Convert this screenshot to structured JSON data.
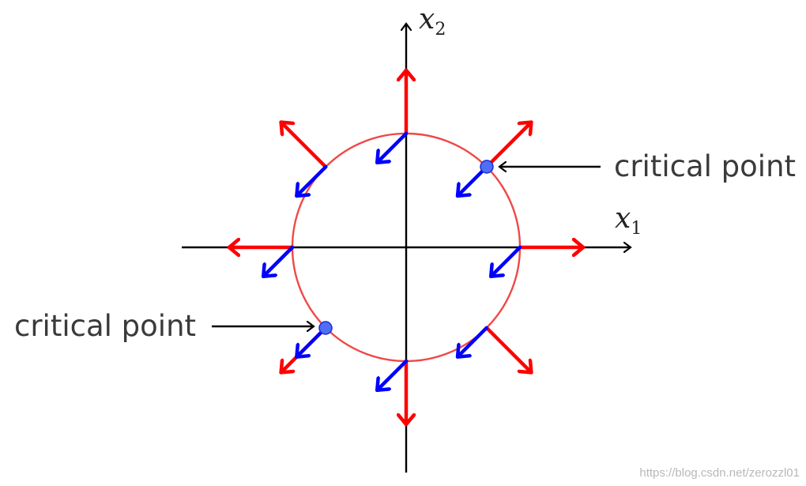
{
  "axes": {
    "x": {
      "symbol": "x",
      "subscript": "1"
    },
    "y": {
      "symbol": "x",
      "subscript": "2"
    }
  },
  "annotations": [
    {
      "text": "critical point",
      "point": "upper-right"
    },
    {
      "text": "critical point",
      "point": "lower-left"
    }
  ],
  "watermark": "https://blog.csdn.net/zerozzl01",
  "colors": {
    "circle": "#f04848",
    "outward_arrow": "#ff0000",
    "inward_arrow": "#0000ff",
    "critical_point_fill": "#4f6ef5",
    "axis": "#000000"
  }
}
